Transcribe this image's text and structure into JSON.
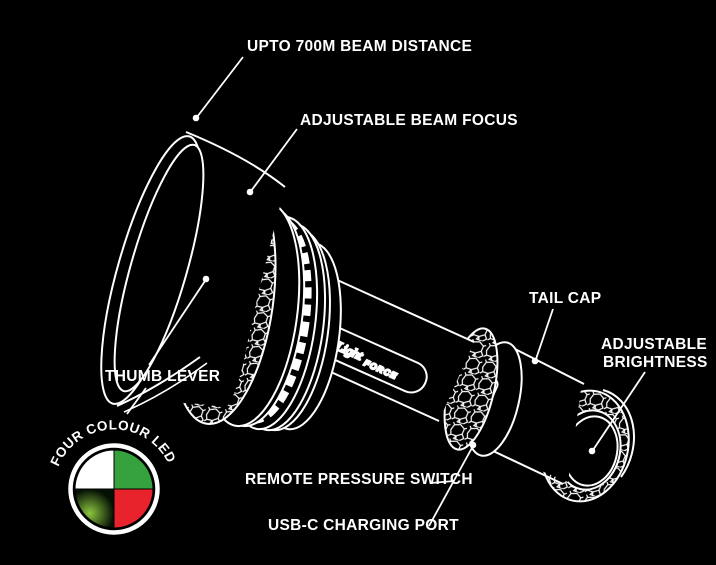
{
  "background": "#000000",
  "line_color": "#ffffff",
  "labels": {
    "beam_distance": "UPTO 700M BEAM DISTANCE",
    "beam_focus": "ADJUSTABLE BEAM FOCUS",
    "tail_cap": "TAIL CAP",
    "adjustable_brightness_line1": "ADJUSTABLE",
    "adjustable_brightness_line2": "BRIGHTNESS",
    "thumb_lever": "THUMB LEVER",
    "four_colour_led": "FOUR COLOUR LED",
    "remote_pressure_switch": "REMOTE PRESSURE SWITCH",
    "usb_c_charging_port": "USB-C CHARGING PORT"
  },
  "logo": {
    "script": "Light",
    "caps": "FORCE"
  },
  "led_badge": {
    "ring_color": "#ffffff",
    "colors": {
      "top_left": "#ffffff",
      "top_right": "#35a23d",
      "bottom_right": "#e8232b",
      "bottom_left_center": "#8cc63f",
      "bottom_left_edge": "#041004"
    }
  }
}
